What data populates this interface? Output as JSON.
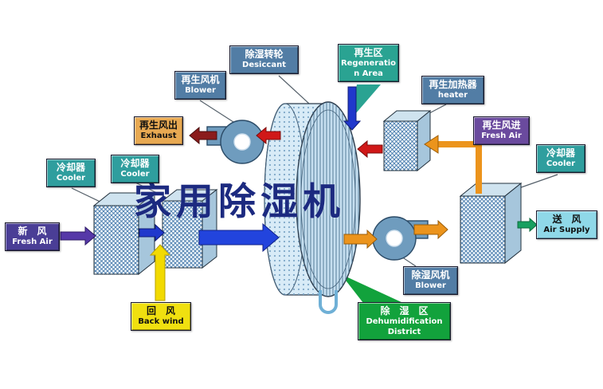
{
  "diagram": {
    "watermark": "家用除湿机",
    "labels": {
      "desiccant": {
        "zh": "除湿转轮",
        "en": "Desiccant"
      },
      "regen_area": {
        "zh": "再生区",
        "en": "Regeneration Area"
      },
      "regen_blower": {
        "zh": "再生风机",
        "en": "Blower"
      },
      "regen_heater": {
        "zh": "再生加热器",
        "en": "heater"
      },
      "exhaust": {
        "zh": "再生风出",
        "en": "Exhaust"
      },
      "regen_fresh_air": {
        "zh": "再生风进",
        "en": "Fresh Air"
      },
      "cooler_left": {
        "zh": "冷却器",
        "en": "Cooler"
      },
      "cooler_mid": {
        "zh": "冷却器",
        "en": "Cooler"
      },
      "cooler_right": {
        "zh": "冷却器",
        "en": "Cooler"
      },
      "fresh_air": {
        "zh": "新　风",
        "en": "Fresh Air"
      },
      "air_supply": {
        "zh": "送　风",
        "en": "Air Supply"
      },
      "back_wind": {
        "zh": "回　风",
        "en": "Back wind"
      },
      "dehumid_blower": {
        "zh": "除湿风机",
        "en": "Blower"
      },
      "dehumid_district": {
        "zh": "除　湿　区",
        "en": "Dehumidification District"
      }
    },
    "colors": {
      "steel_blue_label": "#527da5",
      "teal_label": "#2f9e9e",
      "regen_area_label": "#2aa392",
      "orange_label": "#e8a952",
      "purple_label": "#6a4a9e",
      "dark_purple_label": "#4a3e96",
      "cyan_label": "#8fd8e8",
      "yellow_label": "#f0e010",
      "green_label": "#12a23c",
      "process_blue_arrow": "#2244dd",
      "supply_orange_arrow": "#ec941c",
      "regen_red_arrow": "#d01818",
      "exhaust_maroon_arrow": "#8b1c1c",
      "return_yellow_arrow": "#f2da00",
      "fresh_purple_arrow": "#5638a8"
    },
    "flows": [
      {
        "name": "fresh-air-inlet",
        "color": "#5638a8",
        "direction": "right"
      },
      {
        "name": "cooler-to-cooler",
        "color": "#2038cc",
        "direction": "right"
      },
      {
        "name": "process-air-into-wheel",
        "color": "#2244dd",
        "direction": "right"
      },
      {
        "name": "return-air-up",
        "color": "#f2da00",
        "direction": "up"
      },
      {
        "name": "wheel-to-dehumid-blower",
        "color": "#ec941c",
        "direction": "right"
      },
      {
        "name": "blower-to-cooler",
        "color": "#ec941c",
        "direction": "right"
      },
      {
        "name": "cooler-to-air-supply",
        "color": "#18a060",
        "direction": "right"
      },
      {
        "name": "regen-area-into-wheel",
        "color": "#2038cc",
        "direction": "down"
      },
      {
        "name": "heater-to-wheel",
        "color": "#d01818",
        "direction": "left"
      },
      {
        "name": "wheel-to-regen-blower",
        "color": "#d01818",
        "direction": "left"
      },
      {
        "name": "regen-blower-to-exhaust",
        "color": "#8b1c1c",
        "direction": "left"
      },
      {
        "name": "regen-fresh-air-to-heater",
        "color": "#ec941c",
        "direction": "left"
      }
    ]
  }
}
